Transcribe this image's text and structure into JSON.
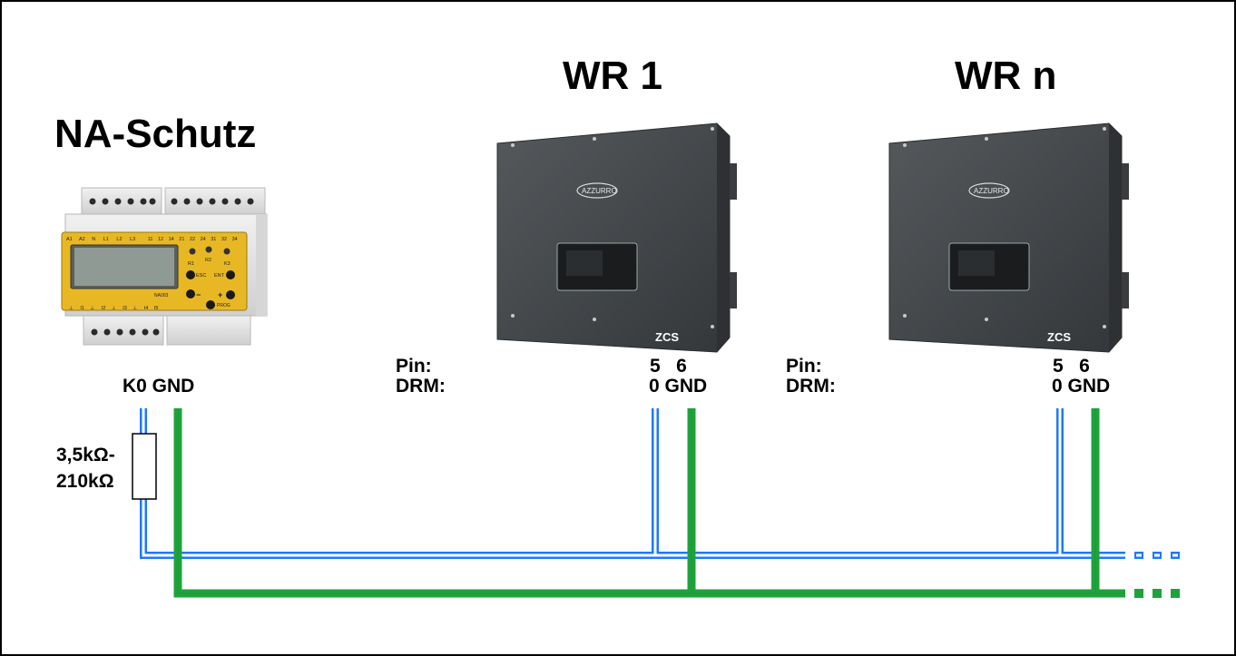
{
  "titles": {
    "na_schutz": "NA-Schutz",
    "wr1": "WR 1",
    "wrn": "WR n"
  },
  "na_device": {
    "terminals": "K0 GND",
    "top_labels": [
      "A1",
      "A2",
      "N",
      "L1",
      "L2",
      "L3",
      "11",
      "12",
      "14",
      "21",
      "22",
      "24",
      "31",
      "32",
      "34"
    ],
    "bottom_labels": [
      "⊥",
      "I1",
      "⊥",
      "I2",
      "⊥",
      "I3",
      "⊥",
      "I4",
      "I5"
    ],
    "led_labels": [
      "R1",
      "R2",
      "K3"
    ],
    "button_labels": [
      "ESC",
      "ENT",
      "−",
      "+",
      "PROG"
    ],
    "model": "NA003"
  },
  "resistor": {
    "line1": "3,5kΩ-",
    "line2": "210kΩ"
  },
  "inverters": [
    {
      "name": "WR 1",
      "brand": "AZZURRO",
      "maker": "ZCS",
      "pin_label": "Pin:",
      "drm_label": "DRM:",
      "pin_numbers": "5   6",
      "drm_values": "0 GND"
    },
    {
      "name": "WR n",
      "brand": "AZZURRO",
      "maker": "ZCS",
      "pin_label": "Pin:",
      "drm_label": "DRM:",
      "pin_numbers": "5   6",
      "drm_values": "0 GND"
    }
  ],
  "colors": {
    "signal_wire": "#1e78ff",
    "ground_wire": "#1ea33c",
    "inverter_body": "#3f4245",
    "na_panel": "#e8b824"
  }
}
